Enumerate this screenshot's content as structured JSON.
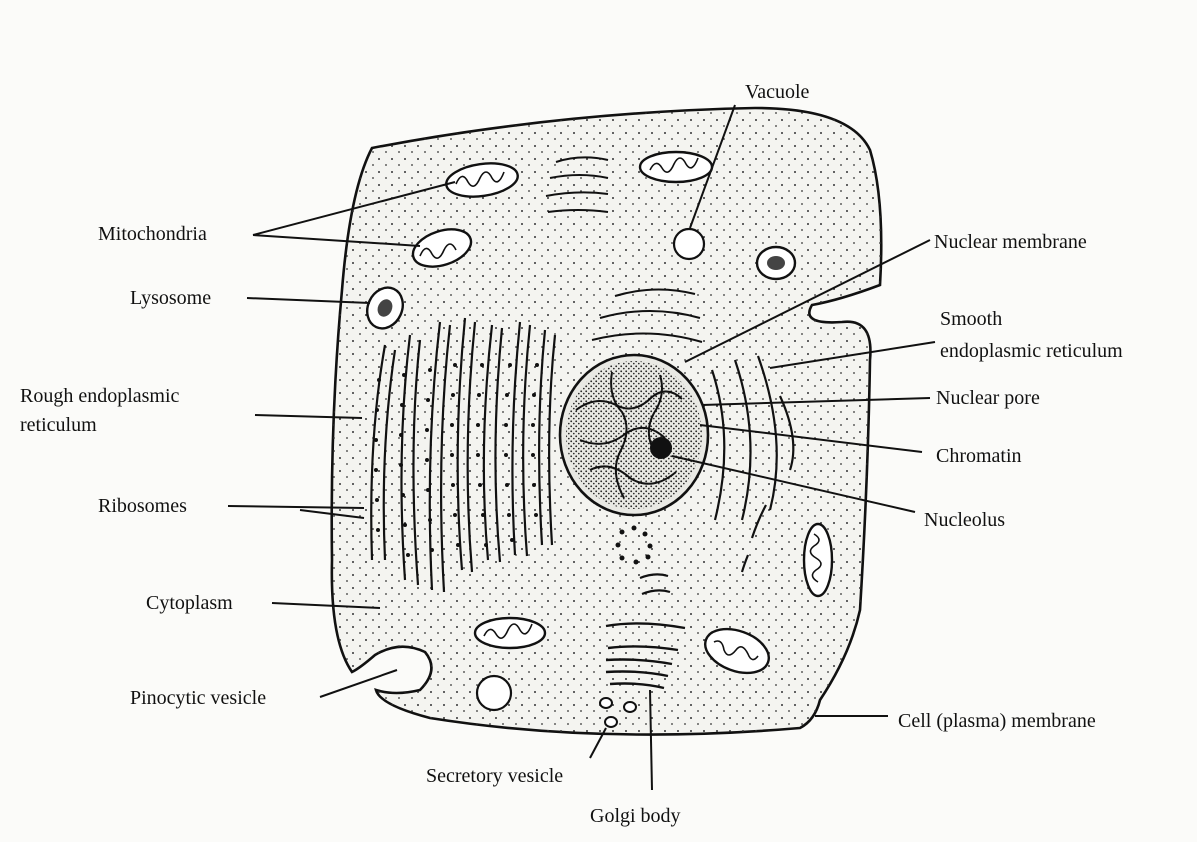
{
  "diagram": {
    "labels": {
      "vacuole": "Vacuole",
      "mitochondria": "Mitochondria",
      "nuclear_membrane": "Nuclear membrane",
      "lysosome": "Lysosome",
      "smooth_er_line1": "Smooth",
      "smooth_er_line2": "endoplasmic reticulum",
      "rough_er_line1": "Rough endoplasmic",
      "rough_er_line2": "reticulum",
      "nuclear_pore": "Nuclear pore",
      "chromatin": "Chromatin",
      "ribosomes": "Ribosomes",
      "nucleolus": "Nucleolus",
      "cytoplasm": "Cytoplasm",
      "pinocytic_vesicle": "Pinocytic vesicle",
      "cell_membrane": "Cell (plasma) membrane",
      "secretory_vesicle": "Secretory vesicle",
      "golgi_body": "Golgi body"
    }
  }
}
